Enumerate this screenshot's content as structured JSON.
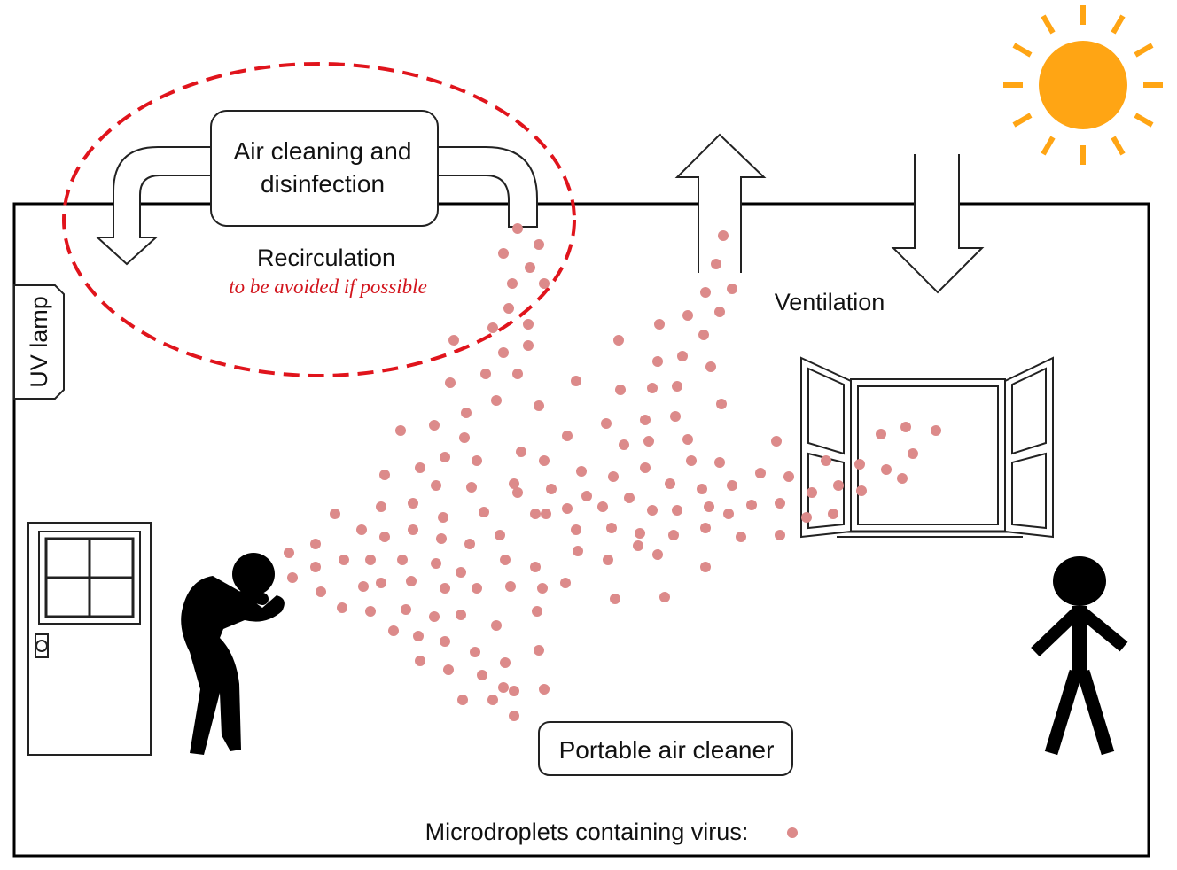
{
  "labels": {
    "air_cleaning_line1": "Air cleaning and",
    "air_cleaning_line2": "disinfection",
    "recirculation": "Recirculation",
    "recirculation_note": "to be avoided if  possible",
    "uv_lamp": "UV lamp",
    "ventilation": "Ventilation",
    "portable_air_cleaner": "Portable air cleaner",
    "legend_microdroplets": "Microdroplets containing virus:"
  },
  "colors": {
    "droplet": "#dc8a8a",
    "sun": "#ffa514",
    "dashed_ellipse": "#e0141c",
    "note": "#d2141c",
    "figure": "#000000"
  },
  "icons": [
    "sun-icon",
    "door-icon",
    "window-icon",
    "coughing-person-icon",
    "standing-person-icon",
    "up-arrow-icon",
    "down-arrow-icon",
    "recirculation-arrow-icon"
  ]
}
